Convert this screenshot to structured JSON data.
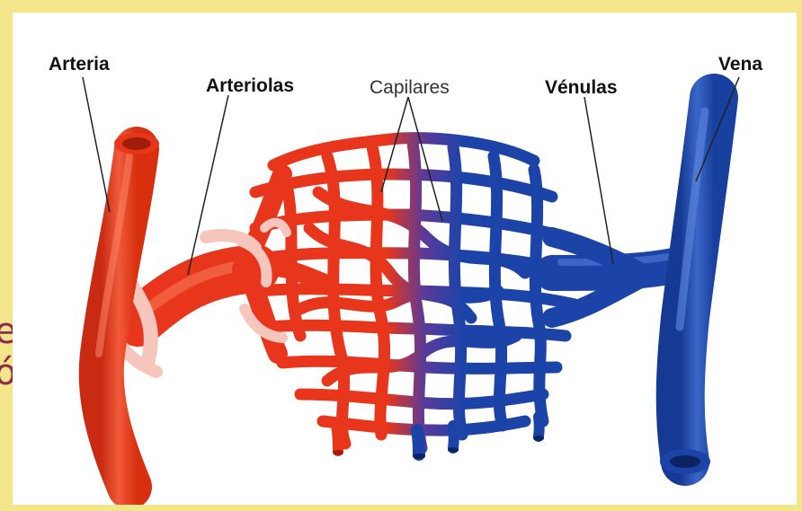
{
  "labels": {
    "arteria": "Arteria",
    "arteriolas": "Arteriolas",
    "capilares": "Capilares",
    "venulas": "Vénulas",
    "vena": "Vena"
  },
  "background_text": {
    "line1": "e",
    "line2": "ón"
  },
  "colors": {
    "artery_red": "#e8361c",
    "vein_blue": "#1c44a8",
    "sleeve_pink": "#f6c6bd",
    "slide_background": "#f3e58a",
    "slide_text": "#8e2a4a"
  }
}
